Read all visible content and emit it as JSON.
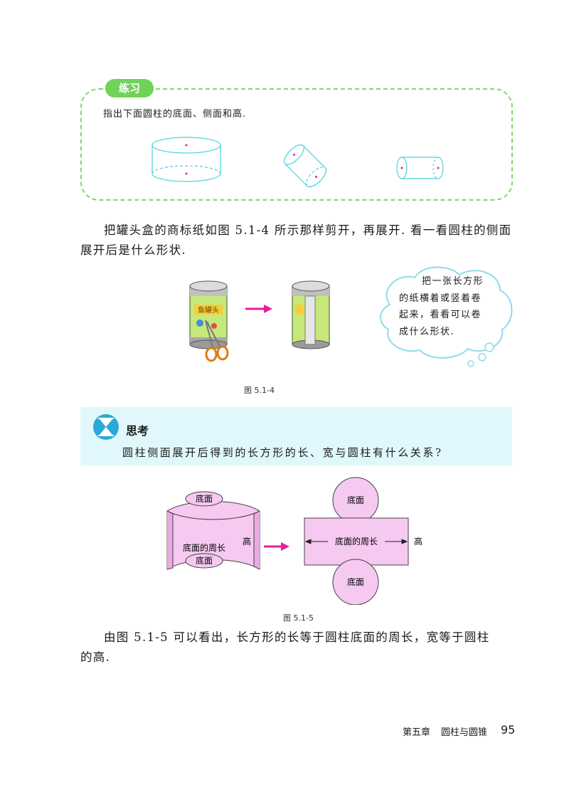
{
  "practice": {
    "tag": "练习",
    "instruction": "指出下面圆柱的底面、侧面和高."
  },
  "intro": {
    "line1": "把罐头盒的商标纸如图 5.1-4 所示那样剪开，再展开. 看一看圆柱的侧面",
    "line2": "展开后是什么形状."
  },
  "can_label": "鱼罐头",
  "thought_cloud": {
    "line1": "把一张长方形",
    "line2": "的纸横着或竖着卷",
    "line3": "起来，看看可以卷",
    "line4": "成什么形状."
  },
  "figure_1": {
    "caption": "图 5.1-4"
  },
  "think": {
    "title": "思考",
    "question": "圆柱侧面展开后得到的长方形的长、宽与圆柱有什么关系?"
  },
  "figure_2": {
    "base_top": "底面",
    "base_bottom": "底面",
    "perimeter": "底面的周长",
    "height": "高",
    "net_base_top": "底面",
    "net_base_bottom": "底面",
    "net_perimeter": "底面的周长",
    "net_height": "高",
    "caption": "图 5.1-5"
  },
  "conclusion": {
    "line1": "由图 5.1-5 可以看出，长方形的长等于圆柱底面的周长，宽等于圆柱",
    "line2": "的高."
  },
  "footer": {
    "chapter": "第五章",
    "title": "圆柱与圆锥",
    "page": "95"
  },
  "colors": {
    "green": "#6fd35a",
    "cyan": "#48d2dc",
    "magenta": "#e81e9a",
    "pink_fill": "#f6c9f1",
    "think_bg": "#e0f8fb"
  }
}
